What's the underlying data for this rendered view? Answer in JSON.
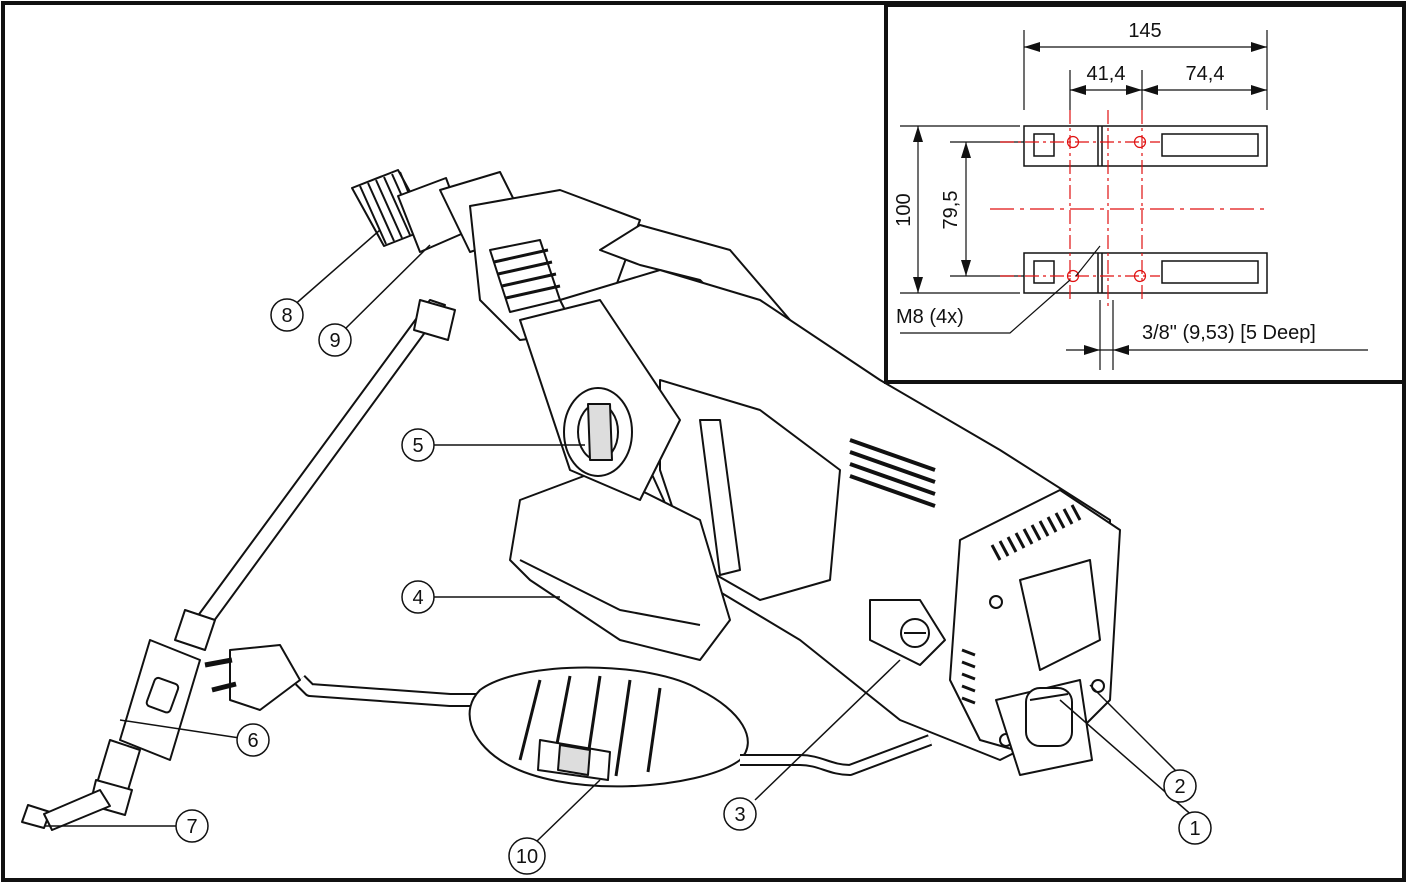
{
  "callouts": [
    {
      "id": "1",
      "label": "1"
    },
    {
      "id": "2",
      "label": "2"
    },
    {
      "id": "3",
      "label": "3"
    },
    {
      "id": "4",
      "label": "4"
    },
    {
      "id": "5",
      "label": "5"
    },
    {
      "id": "6",
      "label": "6"
    },
    {
      "id": "7",
      "label": "7"
    },
    {
      "id": "8",
      "label": "8"
    },
    {
      "id": "9",
      "label": "9"
    },
    {
      "id": "10",
      "label": "10"
    }
  ],
  "inset": {
    "overall_width": "145",
    "hole_spacing": "41,4",
    "slot_length": "74,4",
    "overall_height": "100",
    "hole_row_spacing": "79,5",
    "thread_note": "M8 (4x)",
    "slot_note": "3/8\" (9,53) [5 Deep]"
  },
  "colors": {
    "line": "#111111",
    "centerline": "#e01010",
    "background": "#ffffff"
  }
}
